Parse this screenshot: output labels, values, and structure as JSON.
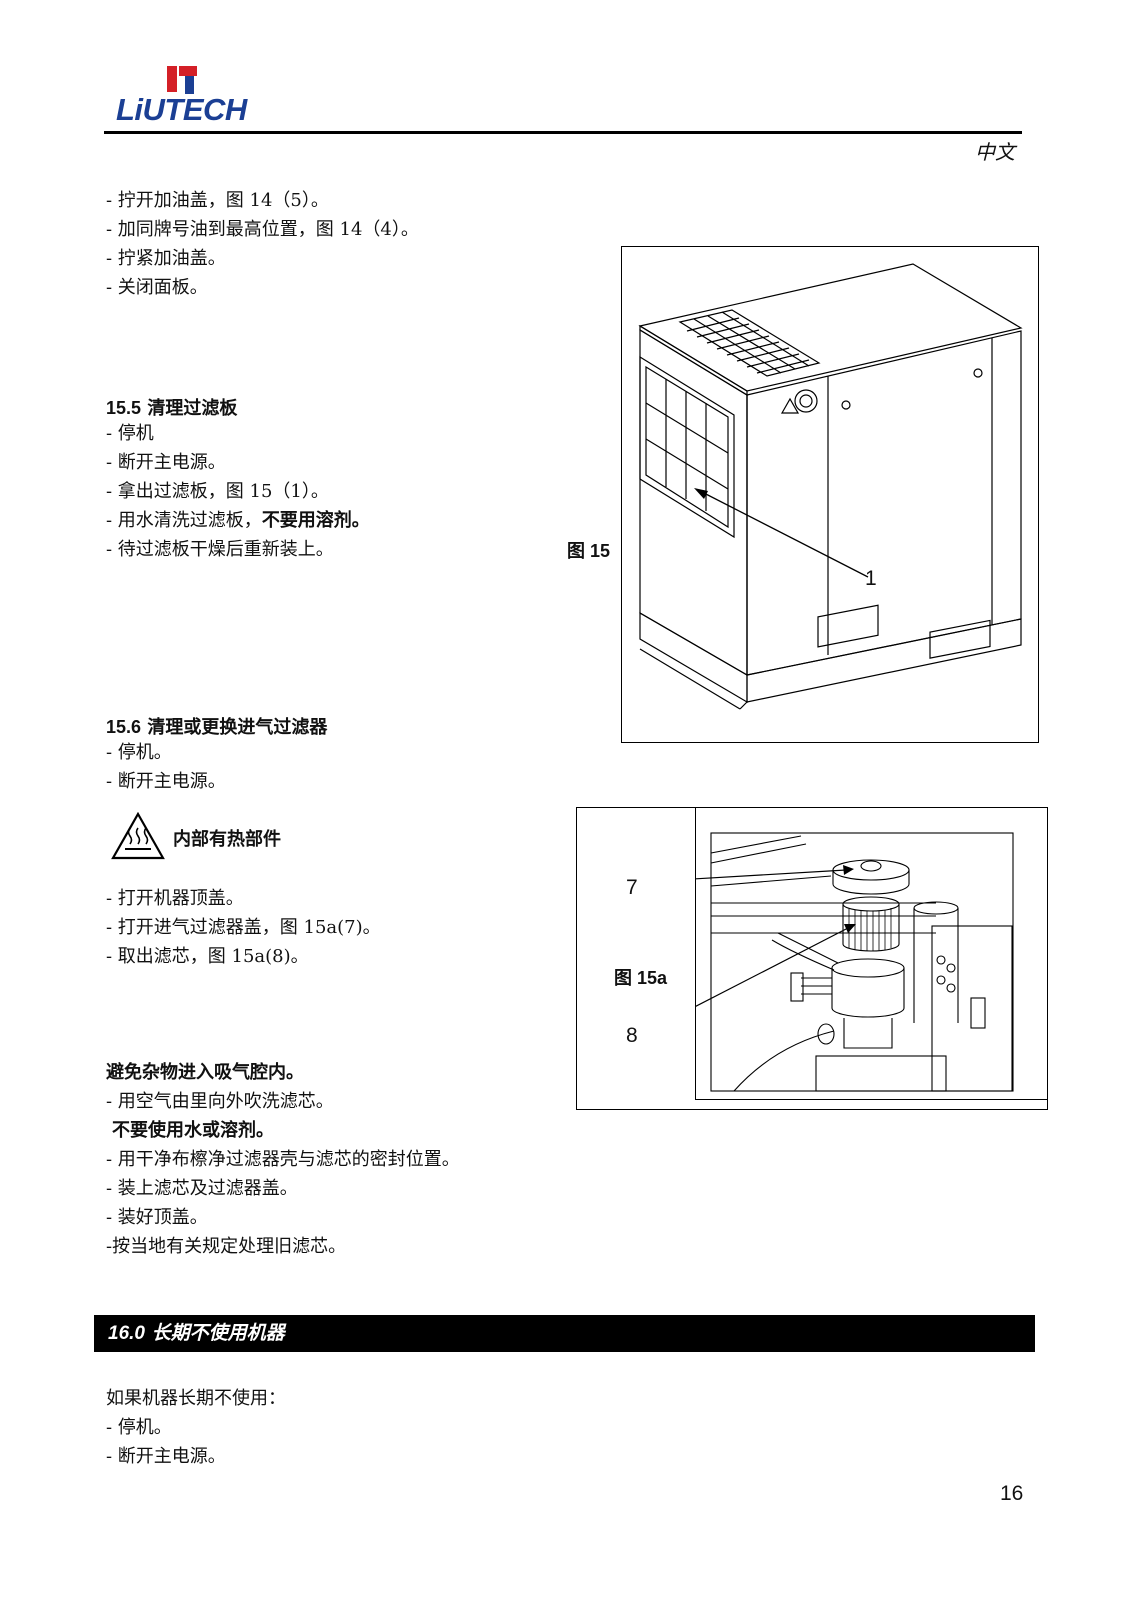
{
  "header": {
    "logo_text": "LiUTECH",
    "language": "中文"
  },
  "intro_steps": [
    "- 拧开加油盖，图 14（5）。",
    "- 加同牌号油到最高位置，图 14（4）。",
    "- 拧紧加油盖。",
    "- 关闭面板。"
  ],
  "section_15_5": {
    "number": "15.5",
    "title": "清理过滤板",
    "steps": [
      "- 停机",
      "- 断开主电源。",
      "- 拿出过滤板，图 15（1）。"
    ],
    "wash_prefix": "- 用水清洗过滤板，",
    "wash_bold": "不要用溶剂。",
    "last_step": "- 待过滤板干燥后重新装上。"
  },
  "figure_15": {
    "caption": "图 15",
    "callout_1": "1"
  },
  "section_15_6": {
    "number": "15.6",
    "title": "清理或更换进气过滤器",
    "steps": [
      "- 停机。",
      "- 断开主电源。"
    ],
    "warning": "内部有热部件",
    "steps2": [
      "- 打开机器顶盖。",
      "- 打开进气过滤器盖，图 15a(7)。",
      "- 取出滤芯，图 15a(8)。"
    ],
    "avoid_note": "避免杂物进入吸气腔内。",
    "blow_step": "- 用空气由里向外吹洗滤芯。",
    "no_water": "不要使用水或溶剂。",
    "steps3": [
      "- 用干净布檫净过滤器壳与滤芯的密封位置。",
      "- 装上滤芯及过滤器盖。",
      "- 装好顶盖。",
      "-按当地有关规定处理旧滤芯。"
    ]
  },
  "figure_15a": {
    "caption": "图 15a",
    "callout_7": "7",
    "callout_8": "8"
  },
  "section_16": {
    "number": "16.0",
    "title": "长期不使用机器",
    "intro": "如果机器长期不使用：",
    "steps": [
      "- 停机。",
      "- 断开主电源。"
    ]
  },
  "page_number": "16",
  "colors": {
    "brand_blue": "#1b3f94",
    "brand_red": "#d42027",
    "bar": "#000000"
  }
}
